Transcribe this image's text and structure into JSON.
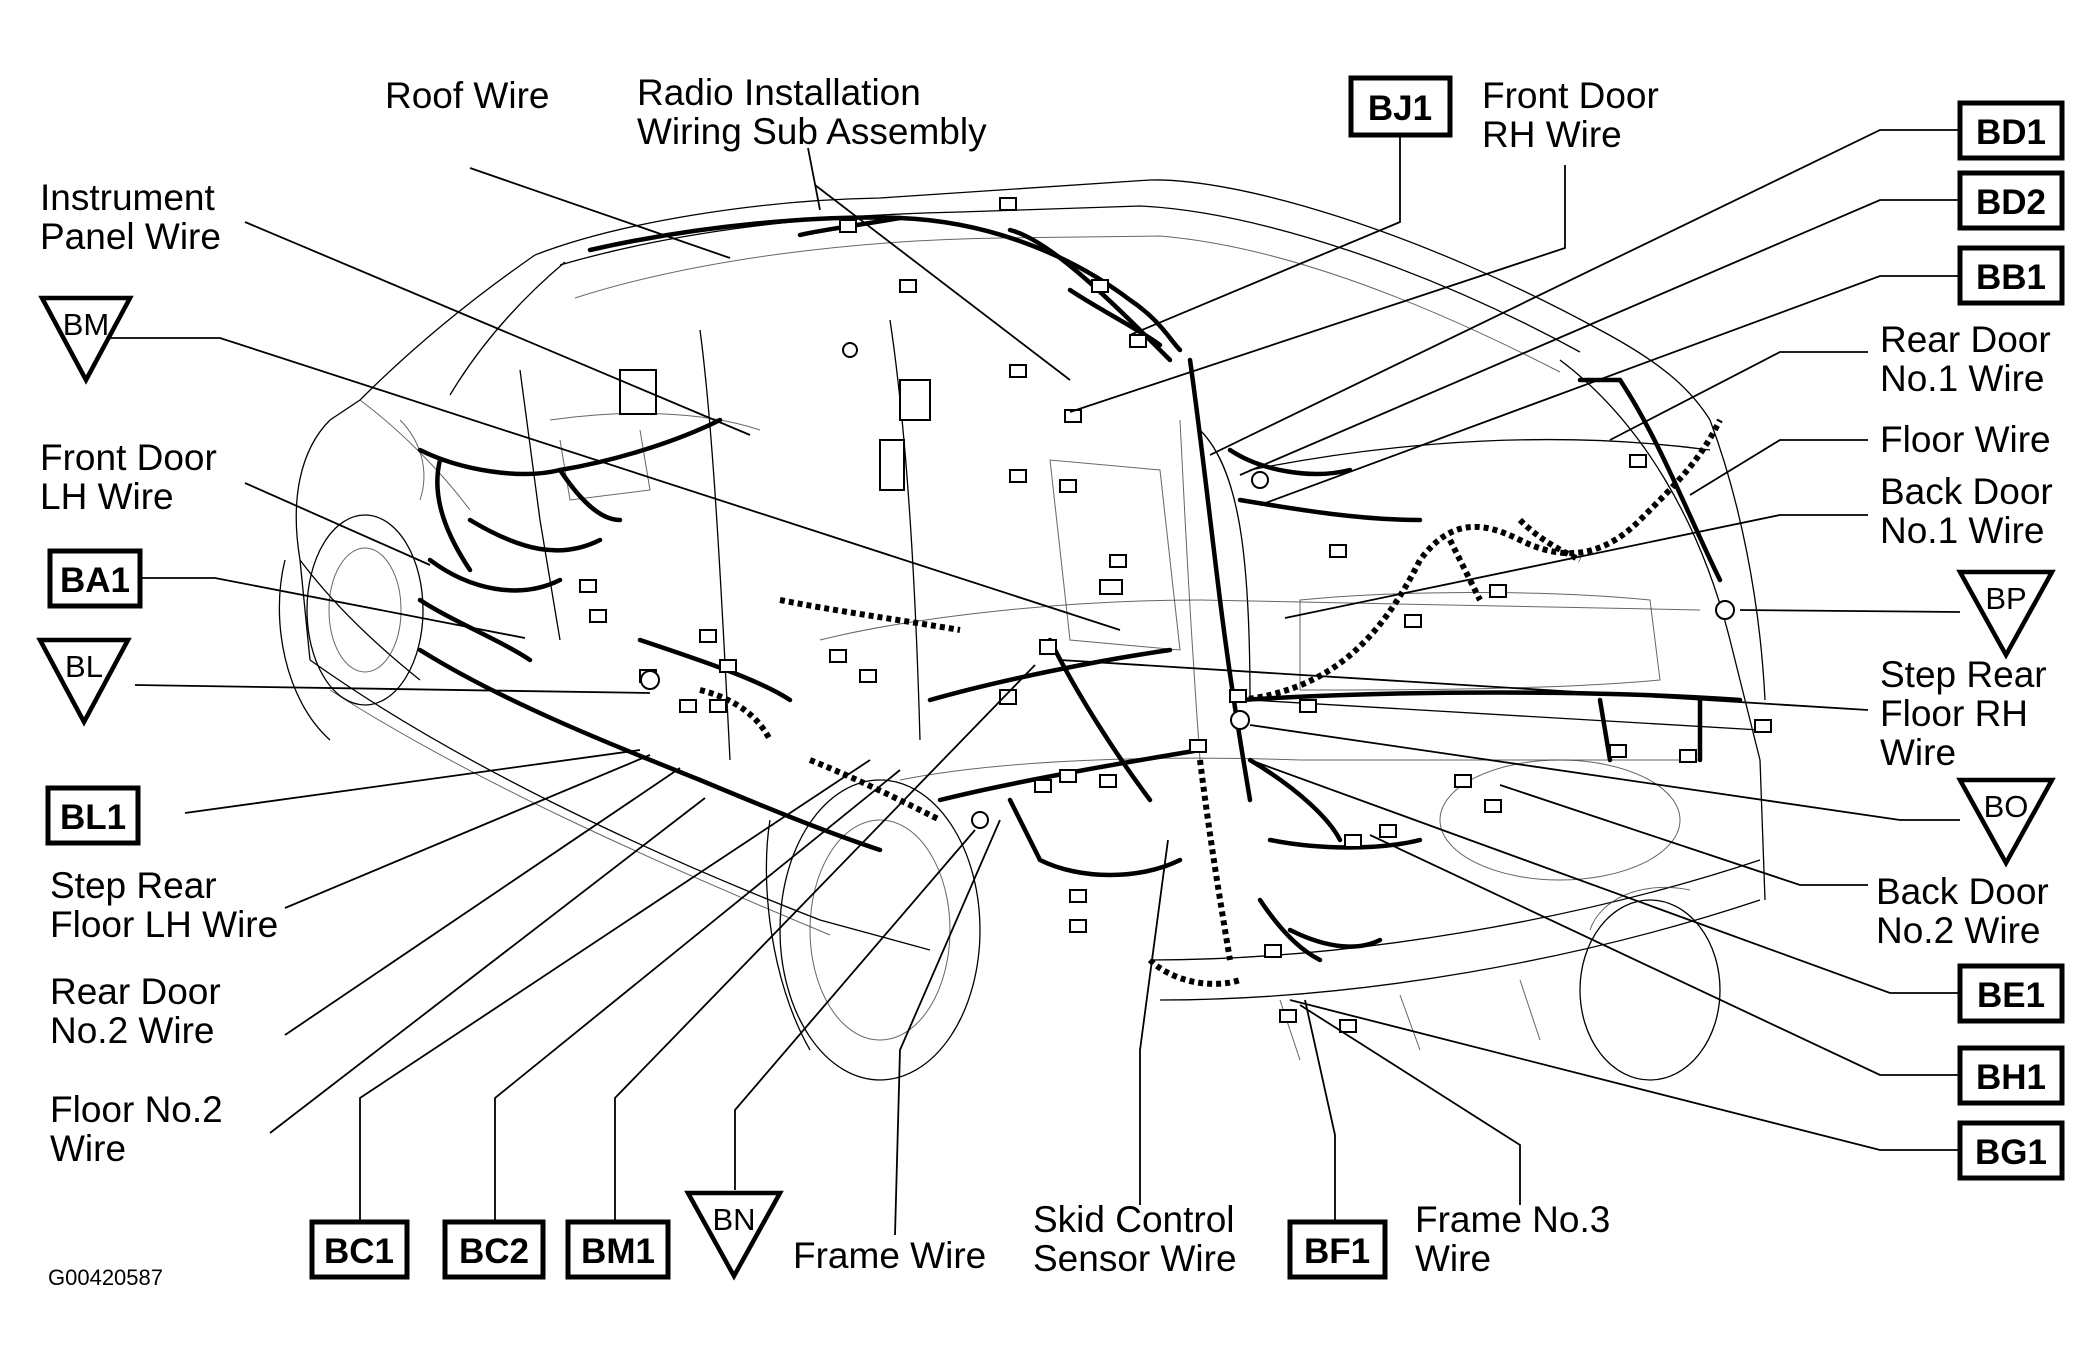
{
  "figure_id": "G00420587",
  "labels": {
    "roof_wire": "Roof Wire",
    "radio_installation_l1": "Radio Installation",
    "radio_installation_l2": "Wiring Sub Assembly",
    "instrument_panel_l1": "Instrument",
    "instrument_panel_l2": "Panel Wire",
    "front_door_rh_l1": "Front Door",
    "front_door_rh_l2": "RH Wire",
    "front_door_lh_l1": "Front Door",
    "front_door_lh_l2": "LH Wire",
    "rear_door_no1_l1": "Rear Door",
    "rear_door_no1_l2": "No.1 Wire",
    "floor_wire": "Floor Wire",
    "back_door_no1_l1": "Back Door",
    "back_door_no1_l2": "No.1 Wire",
    "step_rear_floor_rh_l1": "Step Rear",
    "step_rear_floor_rh_l2": "Floor RH",
    "step_rear_floor_rh_l3": "Wire",
    "back_door_no2_l1": "Back Door",
    "back_door_no2_l2": "No.2 Wire",
    "step_rear_floor_lh_l1": "Step Rear",
    "step_rear_floor_lh_l2": "Floor LH Wire",
    "rear_door_no2_l1": "Rear Door",
    "rear_door_no2_l2": "No.2 Wire",
    "floor_no2_l1": "Floor No.2",
    "floor_no2_l2": "Wire",
    "frame_wire": "Frame Wire",
    "skid_control_l1": "Skid Control",
    "skid_control_l2": "Sensor Wire",
    "frame_no3_l1": "Frame No.3",
    "frame_no3_l2": "Wire"
  },
  "box_codes": {
    "bj1": "BJ1",
    "bd1": "BD1",
    "bd2": "BD2",
    "bb1": "BB1",
    "ba1": "BA1",
    "bl1": "BL1",
    "be1": "BE1",
    "bh1": "BH1",
    "bg1": "BG1",
    "bc1": "BC1",
    "bc2": "BC2",
    "bm1": "BM1",
    "bf1": "BF1"
  },
  "triangle_codes": {
    "bm": "BM",
    "bl": "BL",
    "bp": "BP",
    "bo": "BO",
    "bn": "BN"
  }
}
